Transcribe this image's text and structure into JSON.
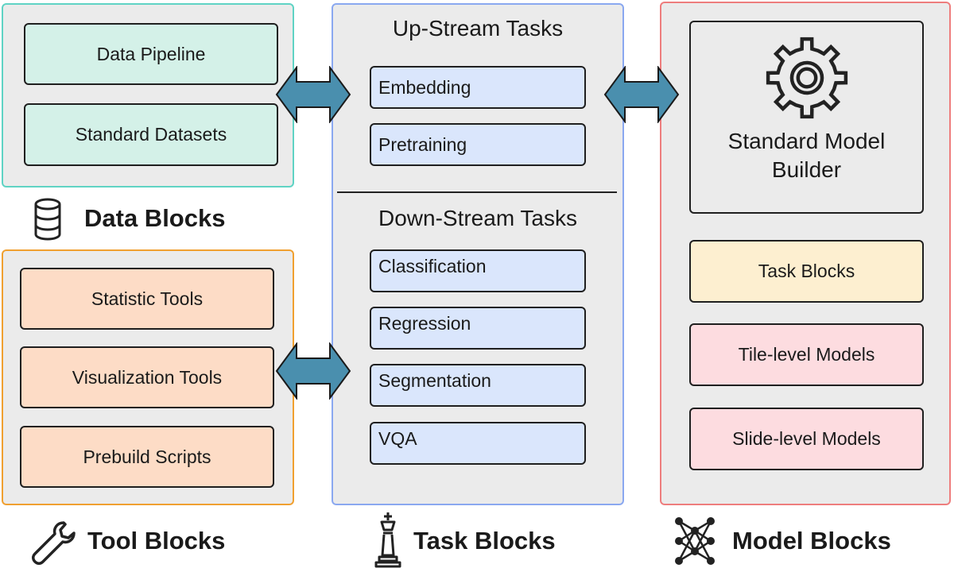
{
  "data_blocks": {
    "title": "Data Blocks",
    "items": [
      "Data Pipeline",
      "Standard Datasets"
    ]
  },
  "tool_blocks": {
    "title": "Tool Blocks",
    "items": [
      "Statistic Tools",
      "Visualization Tools",
      "Prebuild Scripts"
    ]
  },
  "task_blocks": {
    "title": "Task Blocks",
    "upstream": {
      "heading": "Up-Stream Tasks",
      "items": [
        "Embedding",
        "Pretraining"
      ]
    },
    "downstream": {
      "heading": "Down-Stream Tasks",
      "items": [
        "Classification",
        "Regression",
        "Segmentation",
        "VQA"
      ]
    }
  },
  "model_blocks": {
    "title": "Model Blocks",
    "builder_line1": "Standard Model",
    "builder_line2": "Builder",
    "items": [
      "Task Blocks",
      "Tile-level Models",
      "Slide-level Models"
    ]
  },
  "colors": {
    "teal_border": "#5fd3c4",
    "orange_border": "#f0a030",
    "blue_border": "#8aa8f0",
    "red_border": "#ee7d7d",
    "arrow_fill": "#4a8fae"
  }
}
